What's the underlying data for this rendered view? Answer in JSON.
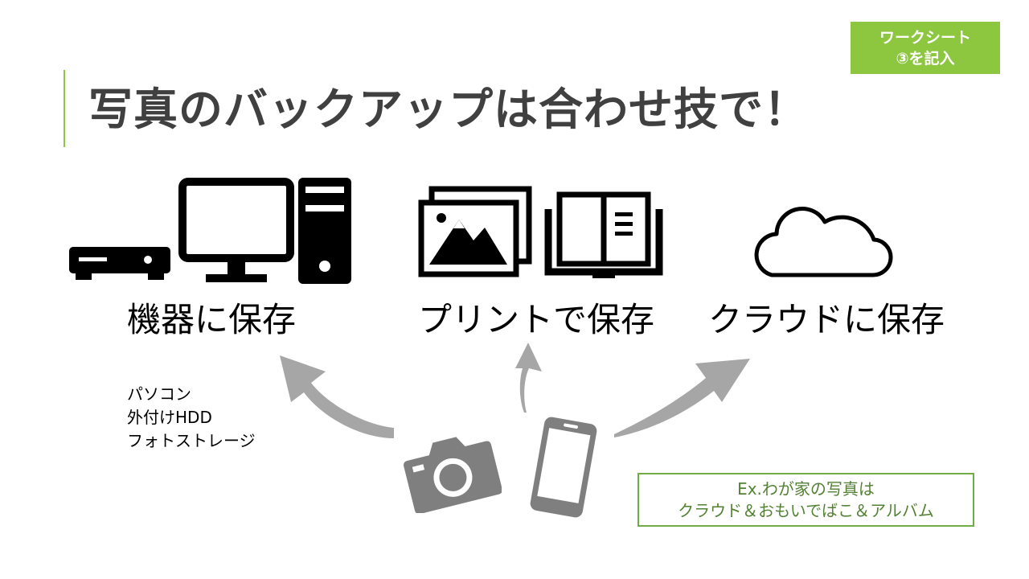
{
  "worksheet_badge": {
    "line1": "ワークシート",
    "line2": "③を記入"
  },
  "title": "写真のバックアップは合わせ技で！",
  "categories": [
    {
      "label": "機器に保存",
      "icons": [
        "hdd-recorder-icon",
        "monitor-icon",
        "pc-tower-icon"
      ]
    },
    {
      "label": "プリントで保存",
      "icons": [
        "photo-prints-icon",
        "photo-album-icon"
      ]
    },
    {
      "label": "クラウドに保存",
      "icons": [
        "cloud-icon"
      ]
    }
  ],
  "device_notes": [
    "パソコン",
    "外付けHDD",
    "フォトストレージ"
  ],
  "source_icons": [
    "camera-icon",
    "smartphone-icon"
  ],
  "example": {
    "line1": "Ex.わが家の写真は",
    "line2": "クラウド＆おもいでばこ＆アルバム"
  },
  "colors": {
    "accent": "#8dc63f",
    "title": "#404040",
    "arrow": "#a6a6a6",
    "source_icon": "#7f7f7f",
    "example_border": "#70ad47",
    "example_text": "#548235"
  }
}
